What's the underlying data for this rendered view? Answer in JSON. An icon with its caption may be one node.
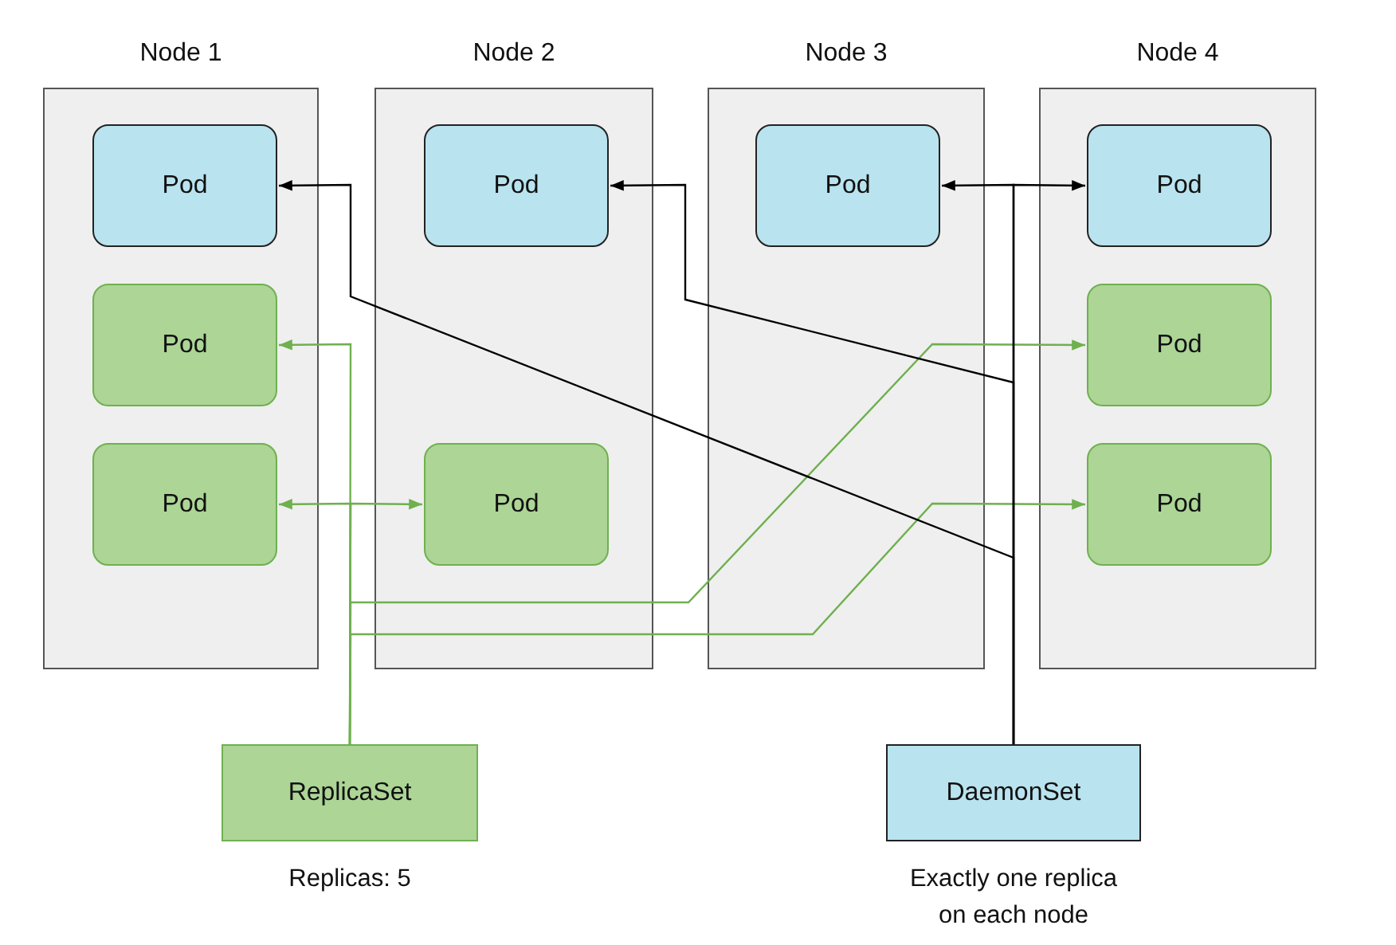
{
  "diagram": {
    "nodes": [
      {
        "text": [
          "Node 1"
        ]
      },
      {
        "text": [
          "Pod"
        ],
        "in": 0
      },
      {
        "text": [
          "Pod"
        ],
        "in": 0
      },
      {
        "text": [
          "Pod"
        ],
        "in": 0
      },
      {
        "text": [
          "Node 2"
        ]
      },
      {
        "text": [
          "Pod"
        ],
        "in": 4
      },
      {
        "text": [
          "Pod"
        ],
        "in": 4
      },
      {
        "text": [
          "Node 3"
        ]
      },
      {
        "text": [
          "Pod"
        ],
        "in": 7
      },
      {
        "text": [
          "Node 4"
        ]
      },
      {
        "text": [
          "Pod"
        ],
        "in": 9
      },
      {
        "text": [
          "Pod"
        ],
        "in": 9
      },
      {
        "text": [
          "Pod"
        ],
        "in": 9
      },
      {
        "text": [
          "ReplicaSet"
        ],
        "beside": [
          "Replicas: 5"
        ]
      },
      {
        "text": [
          "DaemonSet"
        ],
        "beside": [
          "Exactly one replica on each node"
        ]
      }
    ],
    "edges": [
      {
        "from": 13,
        "to": 2,
        "arrow": "to"
      },
      {
        "from": 13,
        "to": 3,
        "arrow": "to"
      },
      {
        "from": 13,
        "to": 6,
        "arrow": "to"
      },
      {
        "from": 13,
        "to": 11,
        "arrow": "to"
      },
      {
        "from": 13,
        "to": 12,
        "arrow": "to"
      },
      {
        "from": 14,
        "to": 1,
        "arrow": "to",
        "color": "#000000"
      },
      {
        "from": 14,
        "to": 5,
        "arrow": "to",
        "color": "#000000"
      },
      {
        "from": 14,
        "to": 8,
        "arrow": "to",
        "color": "#000000"
      },
      {
        "from": 14,
        "to": 10,
        "arrow": "to",
        "color": "#000000"
      }
    ]
  }
}
